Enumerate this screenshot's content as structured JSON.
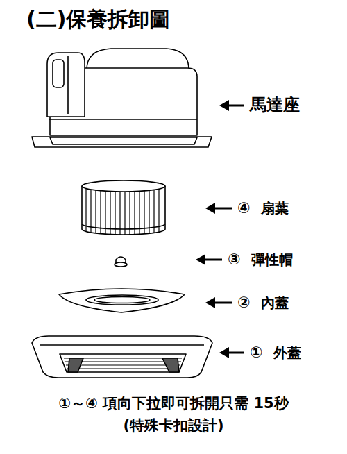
{
  "diagram": {
    "title": "(二)保養拆卸圖",
    "caption": "①～④ 項向下拉即可拆開只需 15秒(特殊卡扣設計)",
    "labels": [
      "馬達座",
      "④",
      "扇葉",
      "③",
      "彈性帽",
      "②",
      "內蓋",
      "①",
      "外蓋"
    ]
  }
}
